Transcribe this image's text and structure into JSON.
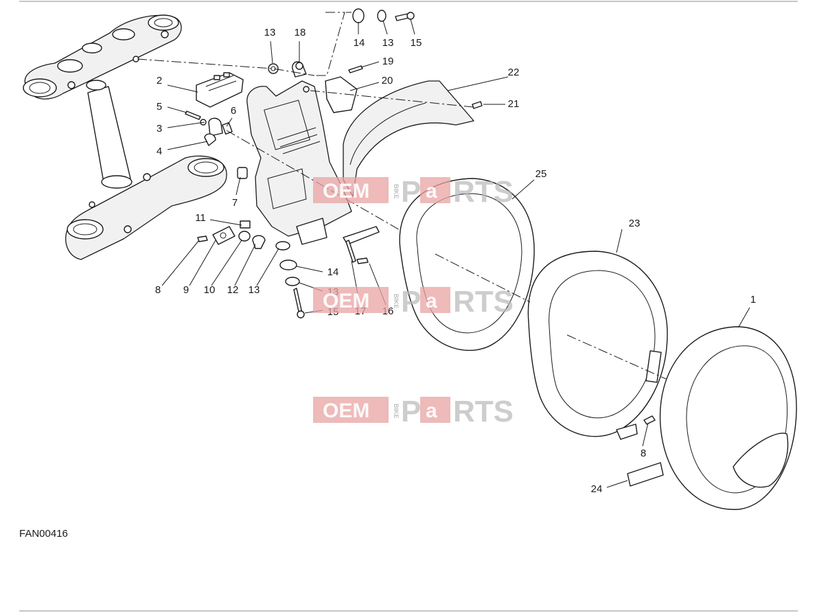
{
  "drawing_code": "FAN00416",
  "watermark": {
    "oem": "OEM",
    "bike": "BIKE",
    "p": "P",
    "a": "a",
    "rts": "RTS"
  },
  "callouts": {
    "c1": "1",
    "c2": "2",
    "c3": "3",
    "c4": "4",
    "c5": "5",
    "c6": "6",
    "c7": "7",
    "c8a": "8",
    "c8b": "8",
    "c9": "9",
    "c10": "10",
    "c11": "11",
    "c12": "12",
    "c13a": "13",
    "c13b": "13",
    "c13c": "13",
    "c13d": "13",
    "c14a": "14",
    "c14b": "14",
    "c15a": "15",
    "c15b": "15",
    "c16": "16",
    "c17": "17",
    "c18": "18",
    "c19": "19",
    "c20": "20",
    "c21": "21",
    "c22": "22",
    "c23": "23",
    "c24": "24",
    "c25": "25"
  }
}
